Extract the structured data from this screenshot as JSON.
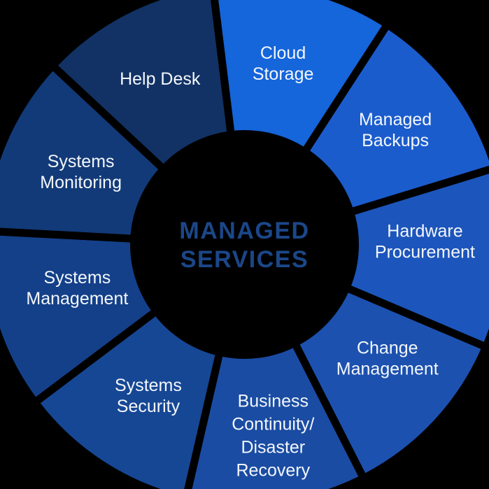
{
  "chart_data": {
    "type": "pie",
    "variant": "donut-wheel-infographic",
    "title": "MANAGED SERVICES",
    "center_title_lines": [
      "MANAGED",
      "SERVICES"
    ],
    "center_title_color": "#1B4789",
    "background_color": "#000000",
    "gap_color": "#000000",
    "label_color": "#F4F7FB",
    "legend": "none",
    "categories": [
      "Cloud Storage",
      "Managed Backups",
      "Hardware Procurement",
      "Change Management",
      "Business Continuity/Disaster Recovery",
      "Systems Security",
      "Systems Management",
      "Systems Monitoring",
      "Help Desk"
    ],
    "values": [
      1,
      1,
      1,
      1,
      1,
      1,
      1,
      1,
      1
    ],
    "geometry": {
      "cx": 349.5,
      "cy": 349.5,
      "outer_r": 375,
      "inner_r": 158,
      "start_angle": -7,
      "sweep": 40,
      "gap": 11
    },
    "segments": [
      {
        "label": "Cloud Storage",
        "lines": [
          "Cloud",
          "Storage"
        ],
        "color": "#1565DB",
        "label_angle": 12,
        "label_r": 265,
        "line_height": 30
      },
      {
        "label": "Managed Backups",
        "lines": [
          "Managed",
          "Backups"
        ],
        "color": "#1B5CCD",
        "label_angle": 52.7,
        "label_r": 271,
        "line_height": 30
      },
      {
        "label": "Hardware Procurement",
        "lines": [
          "Hardware",
          "Procurement"
        ],
        "color": "#1C55BB",
        "label_angle": 89,
        "label_r": 258,
        "line_height": 30
      },
      {
        "label": "Change Management",
        "lines": [
          "Change",
          "Management"
        ],
        "color": "#1C51AF",
        "label_angle": 128.5,
        "label_r": 261,
        "line_height": 30
      },
      {
        "label": "Business Continuity/Disaster Recovery",
        "lines": [
          "Business",
          "Continuity/",
          "Disaster",
          "Recovery"
        ],
        "color": "#1A4CA3",
        "label_angle": 171.5,
        "label_r": 276,
        "line_height": 33
      },
      {
        "label": "Systems Security",
        "lines": [
          "Systems",
          "Security"
        ],
        "color": "#164795",
        "label_angle": 212.5,
        "label_r": 256,
        "line_height": 30
      },
      {
        "label": "Systems Management",
        "lines": [
          "Systems",
          "Management"
        ],
        "color": "#144089",
        "label_angle": 255.5,
        "label_r": 247,
        "line_height": 30
      },
      {
        "label": "Systems Monitoring",
        "lines": [
          "Systems",
          "Monitoring"
        ],
        "color": "#123A78",
        "label_angle": 294,
        "label_r": 256,
        "line_height": 30
      },
      {
        "label": "Help Desk",
        "lines": [
          "Help Desk"
        ],
        "color": "#123265",
        "label_angle": 333,
        "label_r": 266,
        "line_height": 30
      }
    ]
  }
}
